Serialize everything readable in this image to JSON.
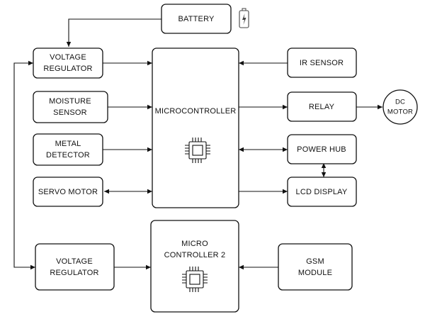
{
  "diagram": {
    "battery": "BATTERY",
    "voltage_regulator_1": [
      "VOLTAGE",
      "REGULATOR"
    ],
    "moisture_sensor": [
      "MOISTURE",
      "SENSOR"
    ],
    "metal_detector": [
      "METAL",
      "DETECTOR"
    ],
    "servo_motor": "SERVO MOTOR",
    "microcontroller": "MICROCONTROLLER",
    "ir_sensor": "IR SENSOR",
    "relay": "RELAY",
    "dc_motor": [
      "DC",
      "MOTOR"
    ],
    "power_hub": "POWER HUB",
    "lcd_display": "LCD DISPLAY",
    "voltage_regulator_2": [
      "VOLTAGE",
      "REGULATOR"
    ],
    "microcontroller_2": [
      "MICRO",
      "CONTROLLER 2"
    ],
    "gsm_module": [
      "GSM",
      "MODULE"
    ]
  },
  "icons": {
    "battery": "battery-charging-icon",
    "chip": "microchip-icon"
  },
  "colors": {
    "stroke": "#111111",
    "background": "#ffffff"
  }
}
